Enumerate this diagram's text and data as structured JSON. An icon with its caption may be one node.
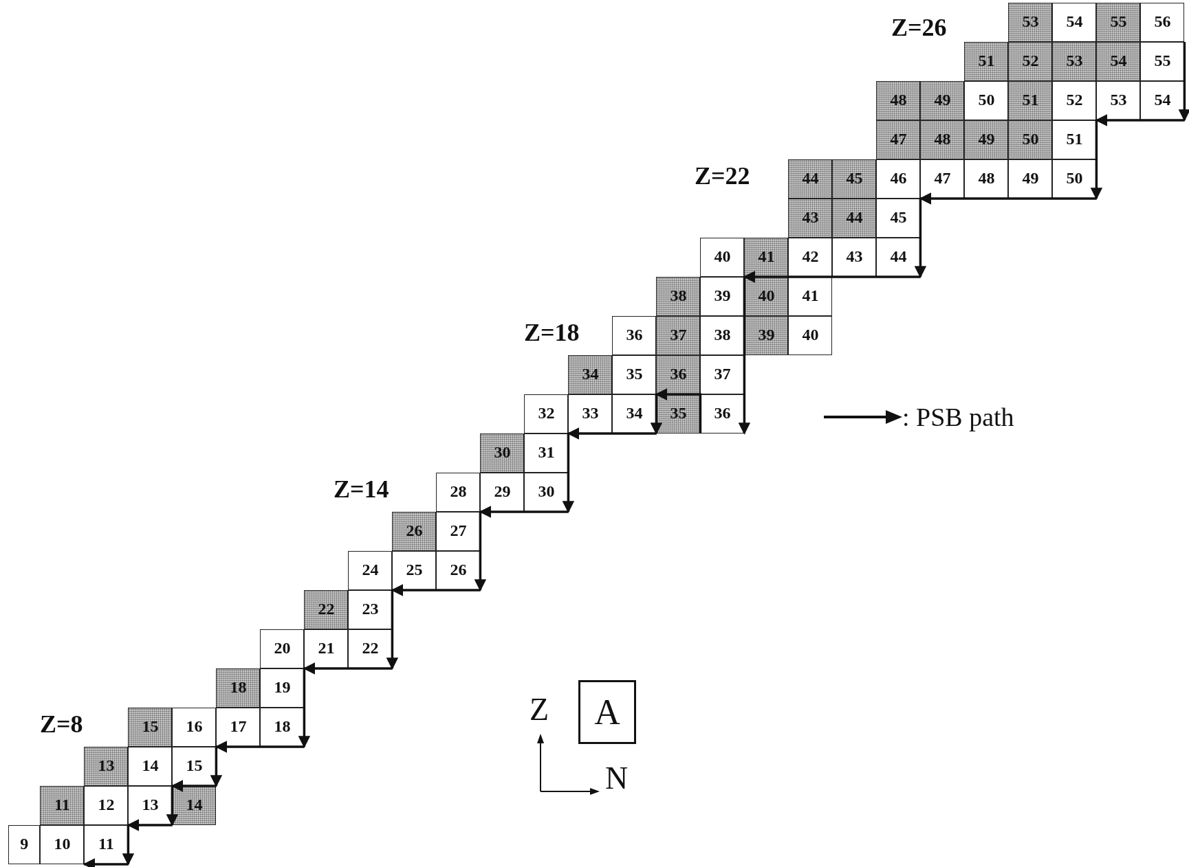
{
  "diagram": {
    "nodes": [
      {
        "text": [
          "53"
        ]
      },
      {
        "text": [
          "54"
        ]
      },
      {
        "text": [
          "55"
        ]
      },
      {
        "text": [
          "56"
        ]
      },
      {
        "text": [
          "51"
        ]
      },
      {
        "text": [
          "52"
        ]
      },
      {
        "text": [
          "53"
        ]
      },
      {
        "text": [
          "54"
        ]
      },
      {
        "text": [
          "55"
        ]
      },
      {
        "text": [
          "48"
        ]
      },
      {
        "text": [
          "49"
        ]
      },
      {
        "text": [
          "50"
        ]
      },
      {
        "text": [
          "51"
        ]
      },
      {
        "text": [
          "52"
        ]
      },
      {
        "text": [
          "53"
        ]
      },
      {
        "text": [
          "54"
        ]
      },
      {
        "text": [
          "47"
        ]
      },
      {
        "text": [
          "48"
        ]
      },
      {
        "text": [
          "49"
        ]
      },
      {
        "text": [
          "50"
        ]
      },
      {
        "text": [
          "51"
        ]
      },
      {
        "text": [
          "44"
        ]
      },
      {
        "text": [
          "45"
        ]
      },
      {
        "text": [
          "46"
        ]
      },
      {
        "text": [
          "47"
        ]
      },
      {
        "text": [
          "48"
        ]
      },
      {
        "text": [
          "49"
        ]
      },
      {
        "text": [
          "50"
        ]
      },
      {
        "text": [
          "43"
        ]
      },
      {
        "text": [
          "44"
        ]
      },
      {
        "text": [
          "45"
        ]
      },
      {
        "text": [
          "40"
        ]
      },
      {
        "text": [
          "41"
        ]
      },
      {
        "text": [
          "42"
        ]
      },
      {
        "text": [
          "43"
        ]
      },
      {
        "text": [
          "44"
        ]
      },
      {
        "text": [
          "38"
        ]
      },
      {
        "text": [
          "39"
        ]
      },
      {
        "text": [
          "40"
        ]
      },
      {
        "text": [
          "41"
        ]
      },
      {
        "text": [
          "36"
        ]
      },
      {
        "text": [
          "37"
        ]
      },
      {
        "text": [
          "38"
        ]
      },
      {
        "text": [
          "39"
        ]
      },
      {
        "text": [
          "40"
        ]
      },
      {
        "text": [
          "34"
        ]
      },
      {
        "text": [
          "35"
        ]
      },
      {
        "text": [
          "36"
        ]
      },
      {
        "text": [
          "37"
        ]
      },
      {
        "text": [
          "32"
        ]
      },
      {
        "text": [
          "33"
        ]
      },
      {
        "text": [
          "34"
        ]
      },
      {
        "text": [
          "35"
        ]
      },
      {
        "text": [
          "36"
        ]
      },
      {
        "text": [
          "30"
        ]
      },
      {
        "text": [
          "31"
        ]
      },
      {
        "text": [
          "28"
        ]
      },
      {
        "text": [
          "29"
        ]
      },
      {
        "text": [
          "30"
        ]
      },
      {
        "text": [
          "26"
        ]
      },
      {
        "text": [
          "27"
        ]
      },
      {
        "text": [
          "24"
        ]
      },
      {
        "text": [
          "25"
        ]
      },
      {
        "text": [
          "26"
        ]
      },
      {
        "text": [
          "22"
        ]
      },
      {
        "text": [
          "23"
        ]
      },
      {
        "text": [
          "20"
        ]
      },
      {
        "text": [
          "21"
        ]
      },
      {
        "text": [
          "22"
        ]
      },
      {
        "text": [
          "18"
        ]
      },
      {
        "text": [
          "19"
        ]
      },
      {
        "text": [
          "15"
        ]
      },
      {
        "text": [
          "16"
        ]
      },
      {
        "text": [
          "17"
        ]
      },
      {
        "text": [
          "18"
        ]
      },
      {
        "text": [
          "13"
        ]
      },
      {
        "text": [
          "14"
        ]
      },
      {
        "text": [
          "15"
        ]
      },
      {
        "text": [
          "11"
        ]
      },
      {
        "text": [
          "12"
        ]
      },
      {
        "text": [
          "13"
        ]
      },
      {
        "text": [
          "14"
        ]
      },
      {
        "text": [
          "9"
        ]
      },
      {
        "text": [
          "10"
        ]
      },
      {
        "text": [
          "11"
        ]
      },
      {
        "text": [
          "A"
        ]
      }
    ],
    "edges": [
      {
        "from": 3,
        "to": 15,
        "arrow": "to"
      },
      {
        "from": 15,
        "to": 13,
        "arrow": "to"
      },
      {
        "from": 13,
        "to": 27,
        "arrow": "to"
      },
      {
        "from": 27,
        "to": 23,
        "arrow": "to"
      },
      {
        "from": 23,
        "to": 35,
        "arrow": "to"
      },
      {
        "from": 35,
        "to": 31,
        "arrow": "to"
      },
      {
        "from": 31,
        "to": 53,
        "arrow": "to"
      },
      {
        "from": 53,
        "to": 46,
        "arrow": "to"
      },
      {
        "from": 46,
        "to": 51,
        "arrow": "to"
      },
      {
        "from": 51,
        "to": 49,
        "arrow": "to"
      },
      {
        "from": 49,
        "to": 58,
        "arrow": "to"
      },
      {
        "from": 58,
        "to": 56,
        "arrow": "to"
      },
      {
        "from": 56,
        "to": 63,
        "arrow": "to"
      },
      {
        "from": 63,
        "to": 61,
        "arrow": "to"
      },
      {
        "from": 61,
        "to": 68,
        "arrow": "to"
      },
      {
        "from": 68,
        "to": 66,
        "arrow": "to"
      },
      {
        "from": 66,
        "to": 74,
        "arrow": "to"
      },
      {
        "from": 74,
        "to": 72,
        "arrow": "to"
      },
      {
        "from": 72,
        "to": 77,
        "arrow": "to"
      },
      {
        "from": 77,
        "to": 76,
        "arrow": "to"
      },
      {
        "from": 76,
        "to": 80,
        "arrow": "to"
      },
      {
        "from": 80,
        "to": 79,
        "arrow": "to"
      },
      {
        "from": 79,
        "to": 84,
        "arrow": "to"
      },
      {
        "from": 84,
        "to": 83,
        "arrow": "to"
      }
    ],
    "labels": [
      "Z=26",
      "Z=22",
      "Z=18",
      "Z=14",
      "Z=8",
      "Z",
      "N"
    ],
    "legend": [
      {
        "text": ": PSB path"
      }
    ]
  }
}
